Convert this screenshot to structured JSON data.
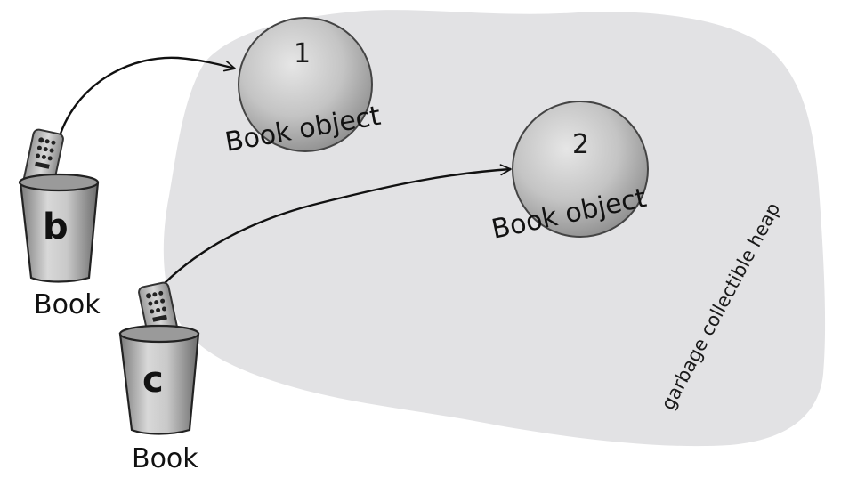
{
  "heap": {
    "label": "garbage collectible heap"
  },
  "objects": [
    {
      "number": "1",
      "label": "Book object"
    },
    {
      "number": "2",
      "label": "Book object"
    }
  ],
  "references": [
    {
      "var_name": "b",
      "type_label": "Book",
      "points_to": "1"
    },
    {
      "var_name": "c",
      "type_label": "Book",
      "points_to": "2"
    }
  ]
}
